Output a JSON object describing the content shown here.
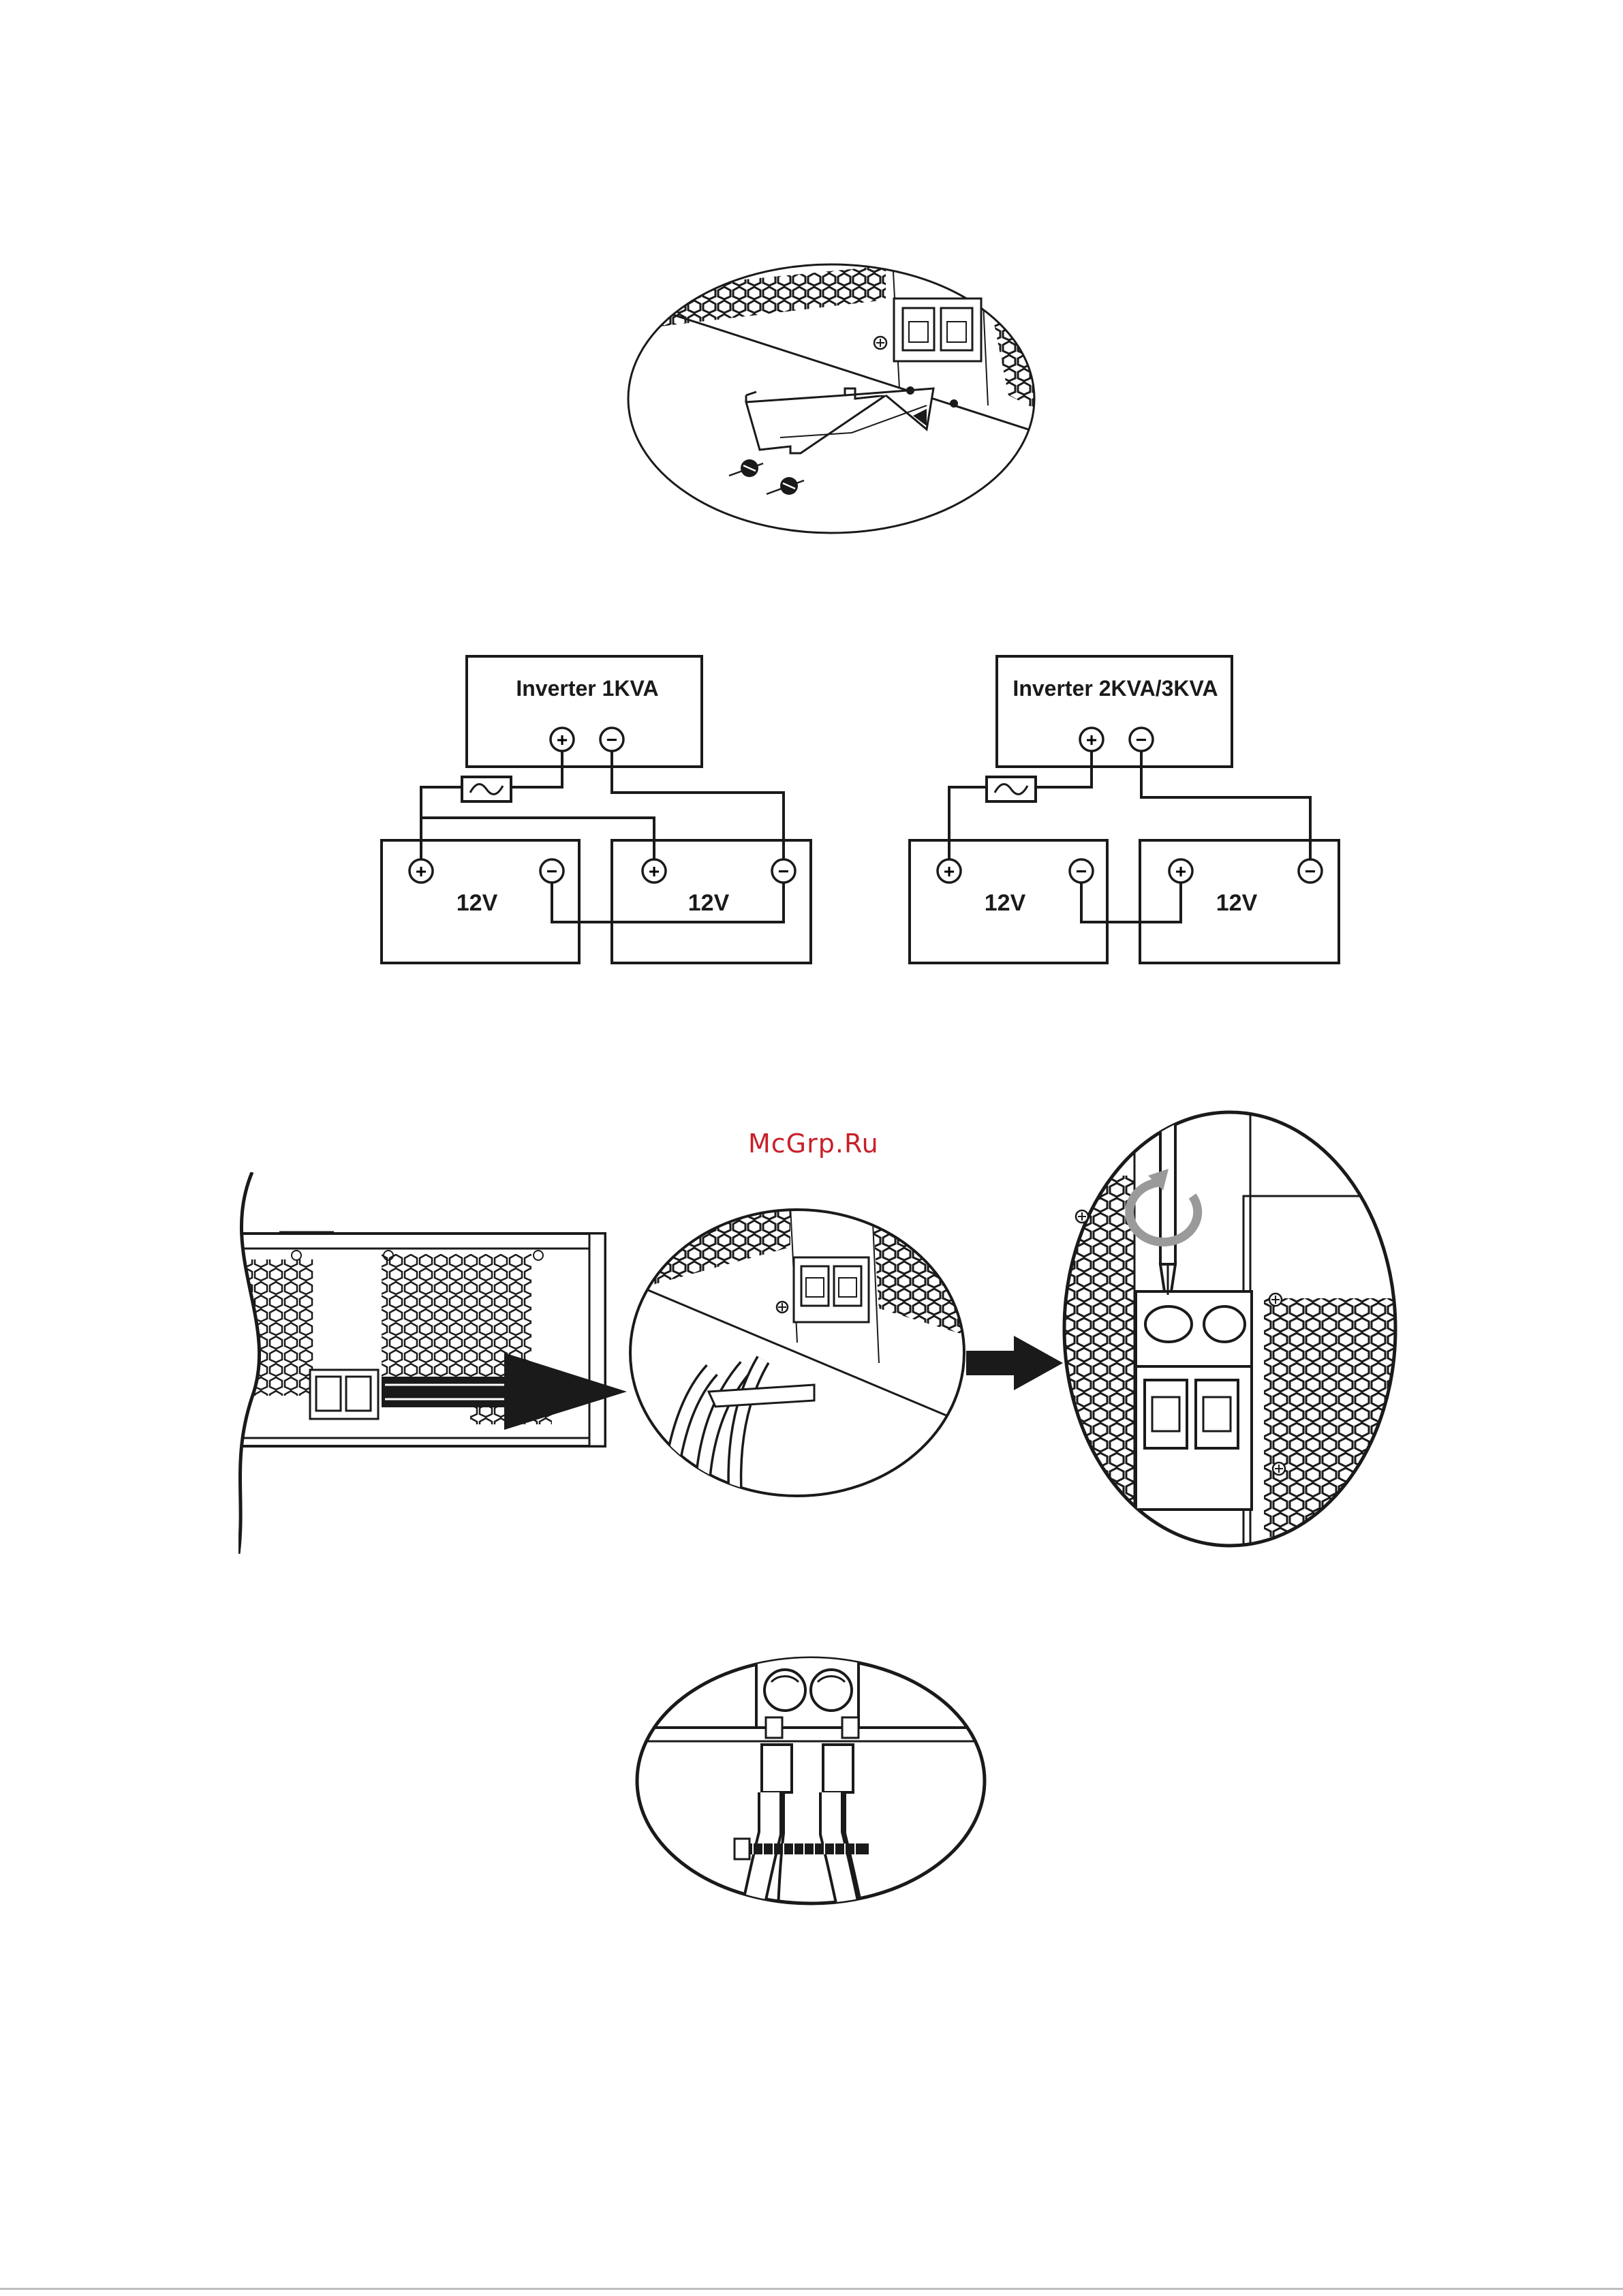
{
  "watermark": "McGrp.Ru",
  "wiring_left": {
    "inverter_label": "Inverter 1KVA",
    "battery_a": "12V",
    "battery_b": "12V",
    "pos_symbol": "+",
    "neg_symbol": "−"
  },
  "wiring_right": {
    "inverter_label": "Inverter 2KVA/3KVA",
    "battery_a": "12V",
    "battery_b": "12V",
    "pos_symbol": "+",
    "neg_symbol": "−"
  },
  "colors": {
    "line": "#1a1a1a",
    "watermark": "#c8202a",
    "rotation_arrow": "#9a9a9a"
  },
  "icons": {
    "fuse": "fuse-icon",
    "positive": "plus-terminal-icon",
    "negative": "minus-terminal-icon",
    "screw": "screw-icon",
    "arrow": "arrow-right-icon",
    "rotate": "rotate-icon"
  }
}
